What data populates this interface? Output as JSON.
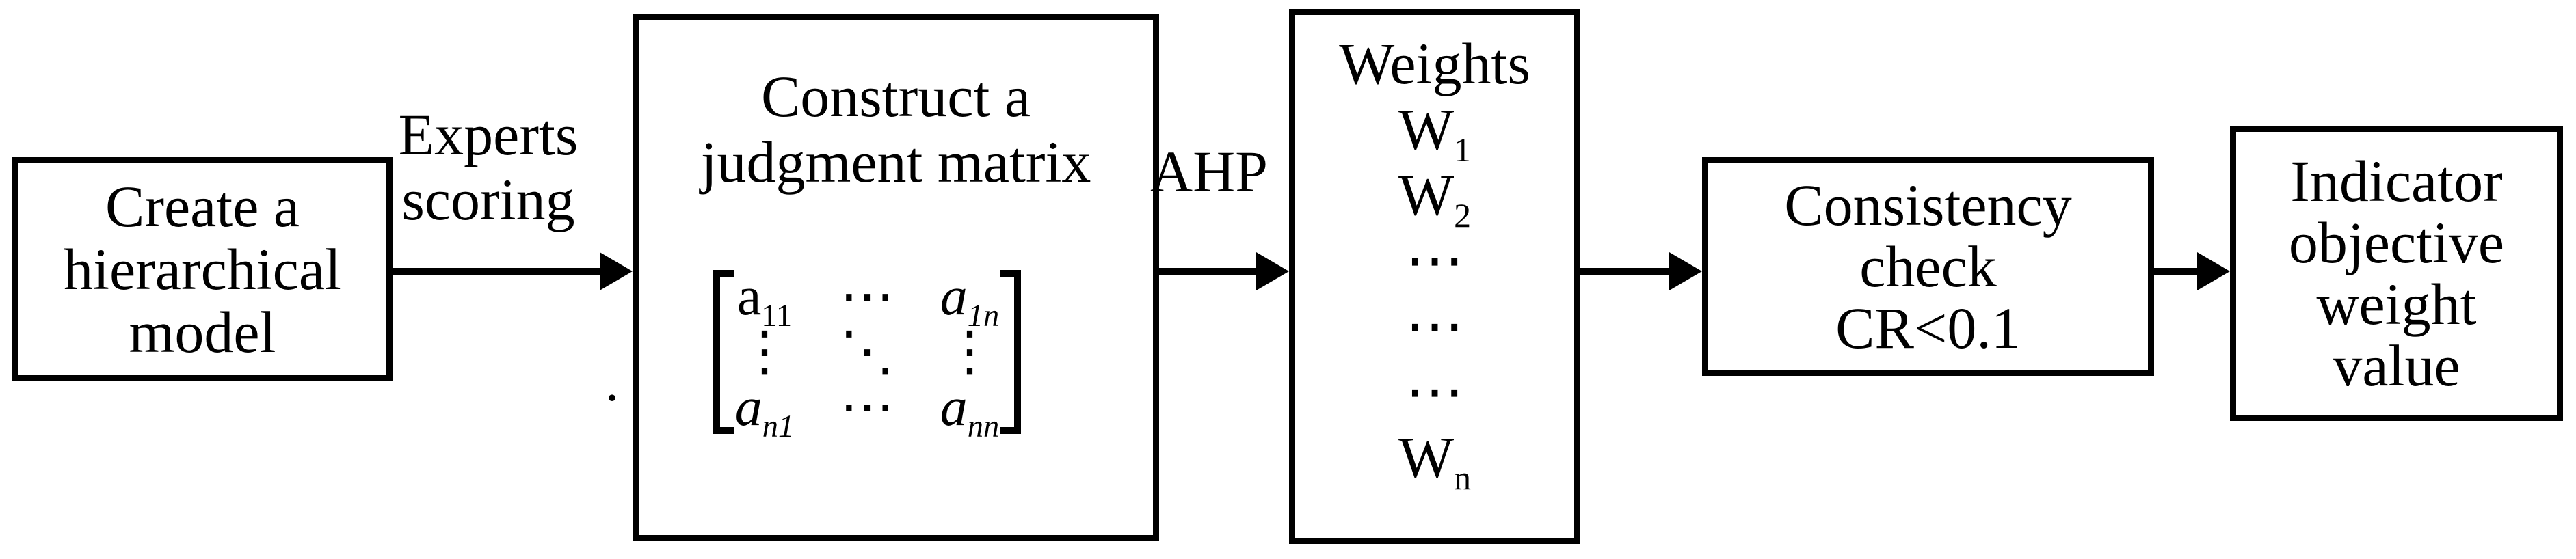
{
  "figure": {
    "colors": {
      "ink": "#000000",
      "background": "#ffffff"
    }
  },
  "boxes": {
    "create": {
      "line1": "Create a",
      "line2": "hierarchical",
      "line3": "model"
    },
    "matrix": {
      "title1": "Construct a",
      "title2": "judgment matrix",
      "r1c1": "a",
      "r1c1sub": "11",
      "r1c2": "⋯",
      "r1c3": "a",
      "r1c3sub": "1n",
      "r2c1": "⋮",
      "r2c2": "⋱",
      "r2c3": "⋮",
      "r3c1": "a",
      "r3c1sub": "n1",
      "r3c2": "⋯",
      "r3c3": "a",
      "r3c3sub": "nn"
    },
    "weights": {
      "title": "Weights",
      "w1": "W",
      "w1sub": "1",
      "w2": "W",
      "w2sub": "2",
      "dots1": "⋯",
      "dots2": "⋯",
      "dots3": "⋯",
      "wn": "W",
      "wnsub": "n"
    },
    "consistency": {
      "line1": "Consistency",
      "line2": "check",
      "line3": "CR<0.1"
    },
    "indicator": {
      "line1": "Indicator",
      "line2": "objective",
      "line3": "weight",
      "line4": "value"
    }
  },
  "labels": {
    "experts_line1": "Experts",
    "experts_line2": "scoring",
    "ahp": "AHP"
  },
  "decorations": {
    "stray_dot": "."
  }
}
